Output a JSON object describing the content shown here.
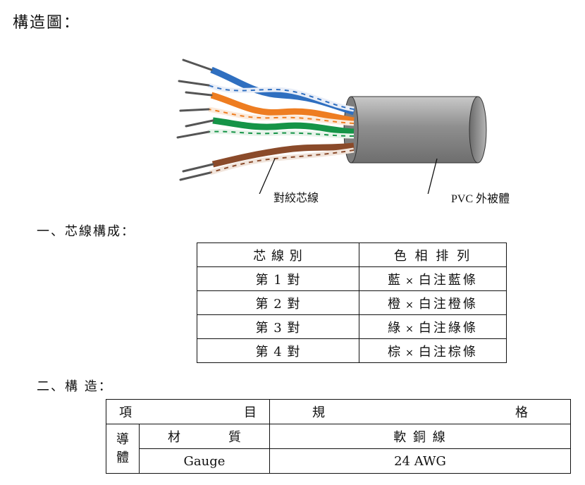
{
  "page_title": "構造圖：",
  "illustration": {
    "label_pairs": "對絞芯線",
    "label_jacket": "PVC 外被體"
  },
  "section1": {
    "heading": "一、芯線構成：",
    "header": [
      "芯 線 別",
      "色 相 排 列"
    ],
    "rows": [
      {
        "pair": "第 1 對",
        "color_a": "藍",
        "times": "×",
        "color_b": "白注藍條"
      },
      {
        "pair": "第 2 對",
        "color_a": "橙",
        "times": "×",
        "color_b": "白注橙條"
      },
      {
        "pair": "第 3 對",
        "color_a": "綠",
        "times": "×",
        "color_b": "白注綠條"
      },
      {
        "pair": "第 4 對",
        "color_a": "棕",
        "times": "×",
        "color_b": "白注棕條"
      }
    ]
  },
  "section2": {
    "heading": "二、構  造：",
    "header": {
      "item_left": "項",
      "item_right": "目",
      "spec_left": "規",
      "spec_right": "格"
    },
    "conductor_group": "導體",
    "rows": [
      {
        "name_left": "材",
        "name_right": "質",
        "value": "軟 銅 線"
      },
      {
        "name": "Gauge",
        "value": "24 AWG"
      }
    ]
  },
  "colors": {
    "blue": "#2f6fc0",
    "orange": "#ee7d21",
    "green": "#159447",
    "brown": "#8a4a2a",
    "jacket": "#9a9a9a"
  }
}
